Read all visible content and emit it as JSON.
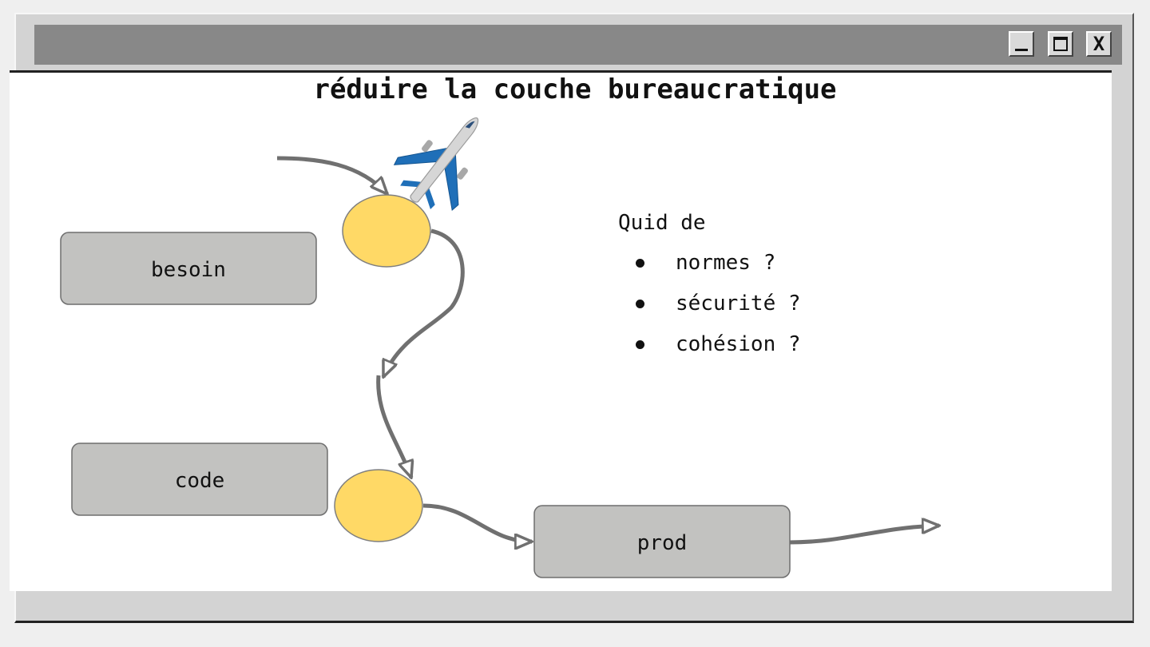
{
  "window": {
    "buttons": {
      "minimize": "_",
      "maximize": "",
      "close": "X"
    }
  },
  "slide": {
    "title": "réduire la couche bureaucratique",
    "nodes": {
      "besoin": "besoin",
      "code": "code",
      "prod": "prod"
    },
    "quid": {
      "intro": "Quid de",
      "items": [
        "normes ?",
        "sécurité ?",
        "cohésion ?"
      ]
    }
  },
  "colors": {
    "box_fill": "#c2c2c0",
    "box_stroke": "#6e6e6e",
    "circle_fill": "#ffd966",
    "circle_stroke": "#7f7f7f",
    "arrow": "#707070",
    "plane_blue": "#1f6fb8",
    "plane_grey": "#cfcfcf"
  },
  "icons": {
    "plane": "airplane-icon"
  }
}
